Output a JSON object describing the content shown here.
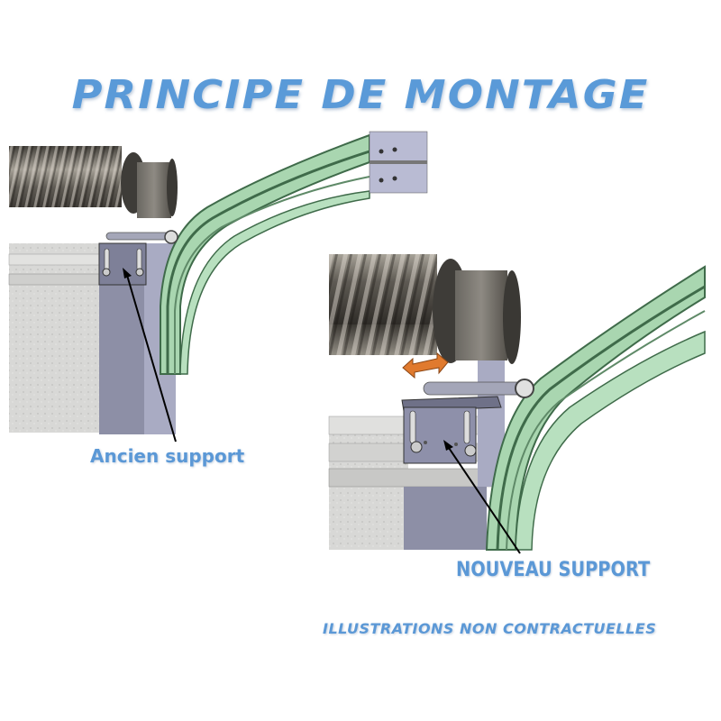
{
  "title": "PRINCIPE DE MONTAGE",
  "panels": [
    {
      "id": "old",
      "label": "Ancien support"
    },
    {
      "id": "new",
      "label": "NOUVEAU SUPPORT"
    }
  ],
  "disclaimer": "ILLUSTRATIONS NON CONTRACTUELLES",
  "colors": {
    "title_blue": "#5a9ad8",
    "track_green": "#a8d8b0",
    "track_dark_green": "#3f6b4a",
    "bracket_gray": "#8c8fa8",
    "wall_gray": "#d6d6d6",
    "spring_dark": "#55524c",
    "arrow_orange": "#e07a2e"
  }
}
